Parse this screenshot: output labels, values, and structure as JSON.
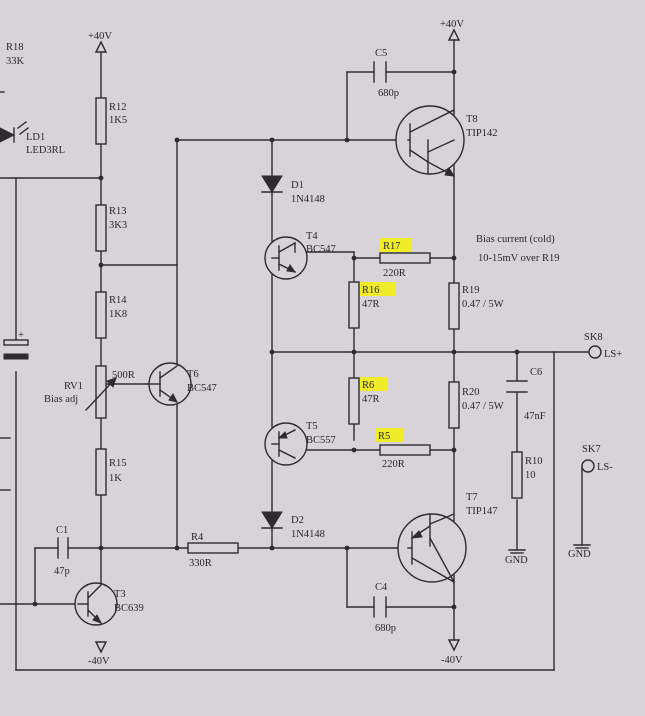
{
  "colors": {
    "paper": "#d8d3d9",
    "ink": "#2e2c30",
    "highlight": "#f0ec2a"
  },
  "labels": {
    "vplus_left": "+40V",
    "vplus_right": "+40V",
    "vminus_left": "-40V",
    "vminus_right": "-40V",
    "r18": "R18",
    "r18_val": "33K",
    "ld1": "LD1",
    "ld1_val": "LED3RL",
    "r12": "R12",
    "r12_val": "1K5",
    "r13": "R13",
    "r13_val": "3K3",
    "r14": "R14",
    "r14_val": "1K8",
    "rv1": "RV1",
    "rv1_val": "500R",
    "rv1_desc": "Bias adj",
    "r15": "R15",
    "r15_val": "1K",
    "c1": "C1",
    "c1_val": "47p",
    "t3": "T3",
    "t3_val": "BC639",
    "t6": "T6",
    "t6_val": "BC547",
    "r4": "R4",
    "r4_val": "330R",
    "d1": "D1",
    "d1_val": "1N4148",
    "d2": "D2",
    "d2_val": "1N4148",
    "t4": "T4",
    "t4_val": "BC547",
    "t5": "T5",
    "t5_val": "BC557",
    "r17": "R17",
    "r17_val": "220R",
    "r16": "R16",
    "r16_val": "47R",
    "r6": "R6",
    "r6_val": "47R",
    "r5": "R5",
    "r5_val": "220R",
    "c5": "C5",
    "c5_val": "680p",
    "c4": "C4",
    "c4_val": "680p",
    "t8": "T8",
    "t8_val": "TIP142",
    "t7": "T7",
    "t7_val": "TIP147",
    "r19": "R19",
    "r19_val": "0.47 / 5W",
    "r20": "R20",
    "r20_val": "0.47 / 5W",
    "c6": "C6",
    "c6_val": "47nF",
    "r10": "R10",
    "r10_val": "10",
    "gnd1": "GND",
    "gnd2": "GND",
    "sk8": "SK8",
    "ls_plus": "LS+",
    "sk7": "SK7",
    "ls_minus": "LS-",
    "note_line1": "Bias current (cold)",
    "note_line2": "10-15mV over R19",
    "cap_polarity": "+"
  }
}
